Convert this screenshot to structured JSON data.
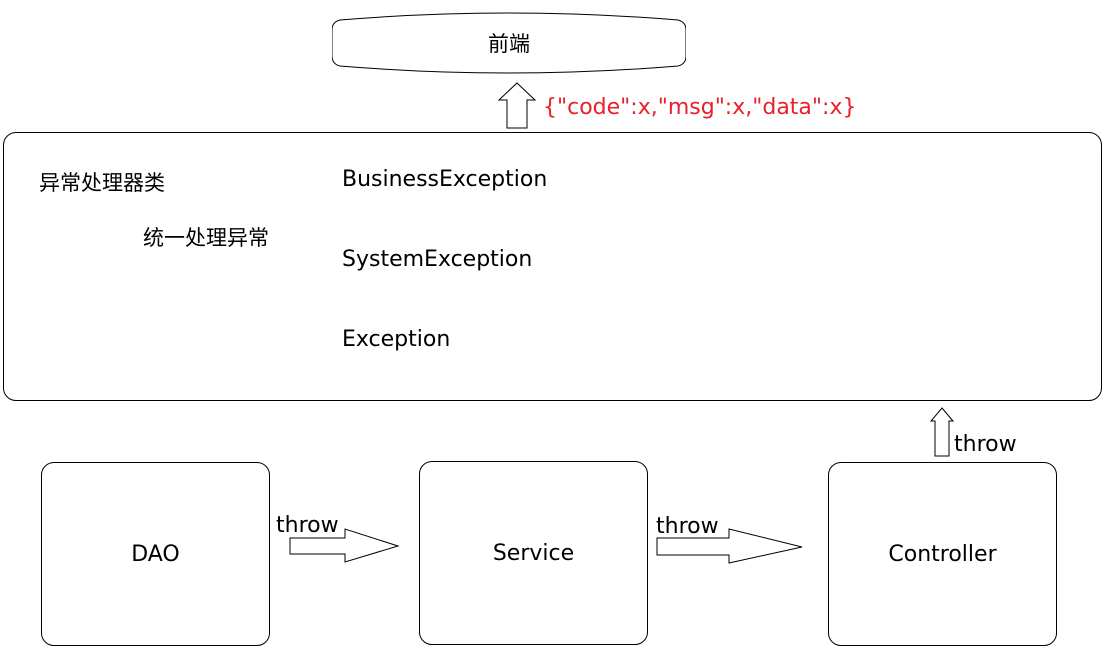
{
  "frontend": {
    "label": "前端"
  },
  "response": {
    "text": "{\"code\":x,\"msg\":x,\"data\":x}",
    "color": "#e8202a"
  },
  "handler": {
    "title": "异常处理器类",
    "subtitle": "统一处理异常",
    "exceptions": [
      {
        "label": "BusinessException"
      },
      {
        "label": "SystemException"
      },
      {
        "label": "Exception"
      }
    ]
  },
  "layers": [
    {
      "label": "DAO"
    },
    {
      "label": "Service"
    },
    {
      "label": "Controller"
    }
  ],
  "arrows": {
    "dao_to_service": "throw",
    "service_to_controller": "throw",
    "controller_to_handler": "throw"
  }
}
